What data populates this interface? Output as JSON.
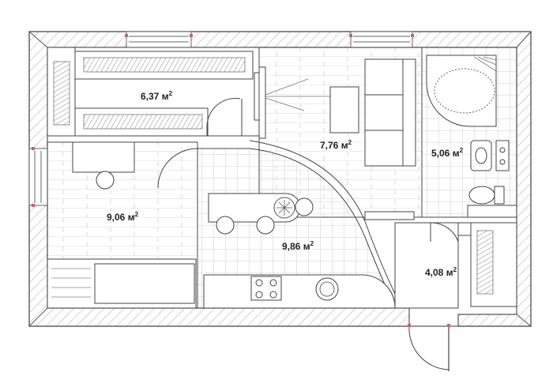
{
  "colors": {
    "wall_fill": "#ffffff",
    "wall_stroke": "#555555",
    "hatch": "#aaaaaa",
    "grid": "#bdbdbd",
    "line": "#444444",
    "window_frame": "#666666",
    "window_accent": "#c06a60",
    "label": "#222222"
  },
  "rooms": [
    {
      "id": "room-storage",
      "area": "6,37",
      "unit": "м",
      "exp": "2"
    },
    {
      "id": "room-hall",
      "area": "7,76",
      "unit": "м",
      "exp": "2"
    },
    {
      "id": "room-bathroom",
      "area": "5,06",
      "unit": "м",
      "exp": "2"
    },
    {
      "id": "room-bedroom",
      "area": "9,06",
      "unit": "м",
      "exp": "2"
    },
    {
      "id": "room-kitchen",
      "area": "9,86",
      "unit": "м",
      "exp": "2"
    },
    {
      "id": "room-entrance",
      "area": "4,08",
      "unit": "м",
      "exp": "2"
    }
  ]
}
